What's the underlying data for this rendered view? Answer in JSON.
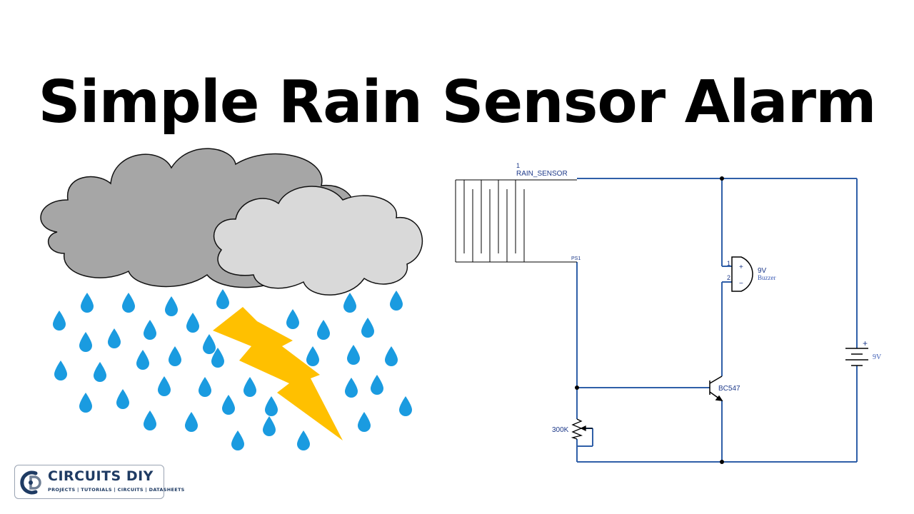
{
  "title": "Simple Rain Sensor Alarm",
  "schematic": {
    "sensor_pin": "1",
    "sensor_label": "RAIN_SENSOR",
    "sensor_ref": "PS1",
    "buzzer_pin1": "1",
    "buzzer_pin2": "2",
    "buzzer_plus": "+",
    "buzzer_minus": "−",
    "buzzer_voltage": "9V",
    "buzzer_label": "Buzzer",
    "transistor_label": "BC547",
    "pot_label": "300K",
    "battery_plus": "+",
    "battery_label": "9V"
  },
  "colors": {
    "wire": "#2f5fa8",
    "drop": "#1a9be0",
    "bolt": "#ffc000",
    "cloud_dark": "#a6a6a6",
    "cloud_light": "#d9d9d9"
  },
  "logo": {
    "name": "CIRCUITS DIY",
    "tagline": "PROJECTS | TUTORIALS | CIRCUITS | DATASHEETS",
    "icon": "cd-logo-icon"
  }
}
